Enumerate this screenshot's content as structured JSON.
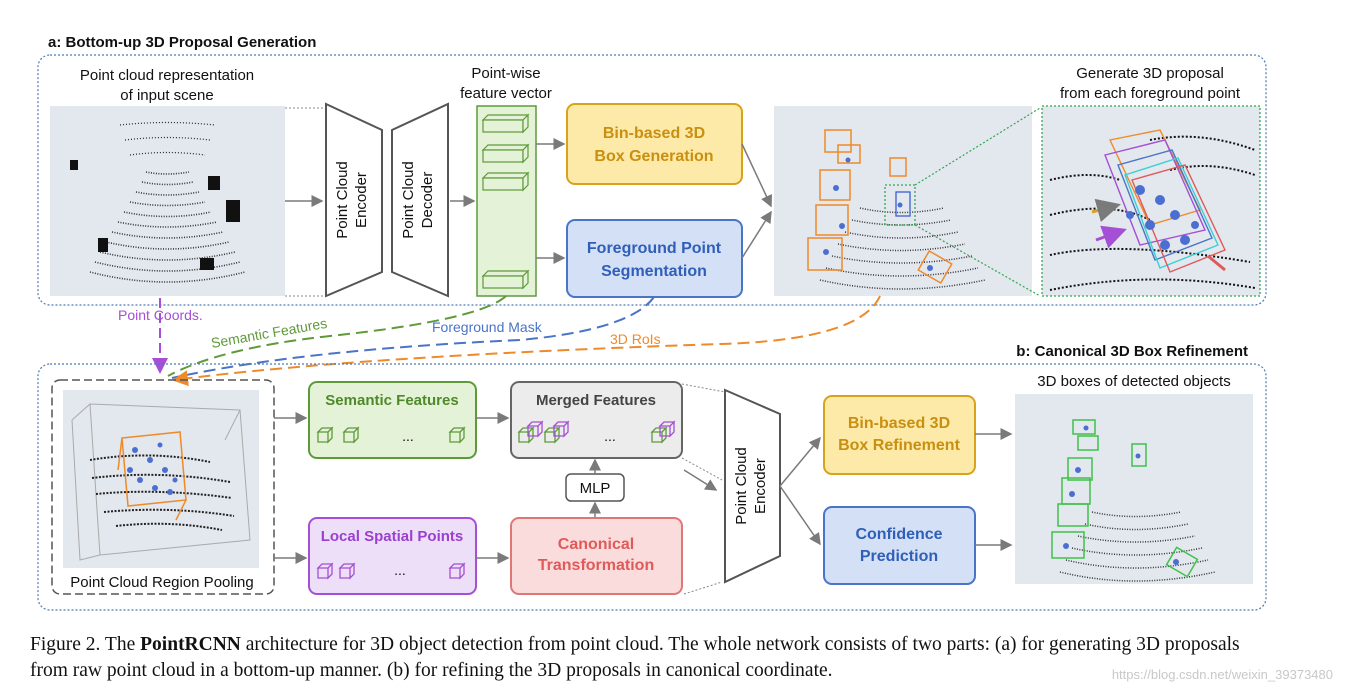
{
  "panel_a": {
    "title": "a: Bottom-up 3D Proposal Generation",
    "pc_label_1": "Point cloud representation",
    "pc_label_2": "of input scene",
    "encoder_1": "Point Cloud",
    "encoder_2": "Encoder",
    "decoder_1": "Point Cloud",
    "decoder_2": "Decoder",
    "pw_label_1": "Point-wise",
    "pw_label_2": "feature vector",
    "bin_gen_1": "Bin-based 3D",
    "bin_gen_2": "Box Generation",
    "fg_seg_1": "Foreground Point",
    "fg_seg_2": "Segmentation",
    "gen_label_1": "Generate 3D proposal",
    "gen_label_2": "from each foreground point"
  },
  "connectors": {
    "point_coords": "Point Coords.",
    "semantic_features": "Semantic Features",
    "foreground_mask": "Foreground Mask",
    "rois": "3D RoIs"
  },
  "panel_b": {
    "title": "b: Canonical 3D Box Refinement",
    "pooling_label": "Point Cloud Region Pooling",
    "semantic_features": "Semantic Features",
    "merged_features": "Merged Features",
    "ellipsis": "...",
    "mlp": "MLP",
    "local_spatial": "Local Spatial Points",
    "canonical_1": "Canonical",
    "canonical_2": "Transformation",
    "encoder_1": "Point Cloud",
    "encoder_2": "Encoder",
    "bin_ref_1": "Bin-based 3D",
    "bin_ref_2": "Box Refinement",
    "conf_1": "Confidence",
    "conf_2": "Prediction",
    "detected_label": "3D boxes of detected objects"
  },
  "caption": {
    "prefix": "Figure 2. The ",
    "bold": "PointRCNN",
    "rest": " architecture for 3D object detection from point cloud.  The whole network consists of two parts: (a) for generating 3D proposals from raw point cloud in a bottom-up manner. (b) for refining the 3D proposals in canonical coordinate."
  },
  "watermark": "https://blog.csdn.net/weixin_39373480",
  "colors": {
    "panel_border": "#4a7ab5",
    "yellow_fill": "#fdeaa8",
    "yellow_stroke": "#d8a21c",
    "yellow_text": "#c98f10",
    "blue_fill": "#d4e0f6",
    "blue_stroke": "#4a74c6",
    "blue_text": "#2f5fb8",
    "green_fill": "#e4f2d8",
    "green_stroke": "#5f9a3a",
    "green_text": "#4f8a2a",
    "purple_fill": "#eedff8",
    "purple_stroke": "#a44fd6",
    "purple_text": "#9a3fd0",
    "red_fill": "#fbdcdc",
    "red_stroke": "#e07777",
    "red_text": "#e05a5a",
    "gray_fill": "#ececec",
    "gray_stroke": "#666666",
    "orange": "#ef8a2a"
  }
}
